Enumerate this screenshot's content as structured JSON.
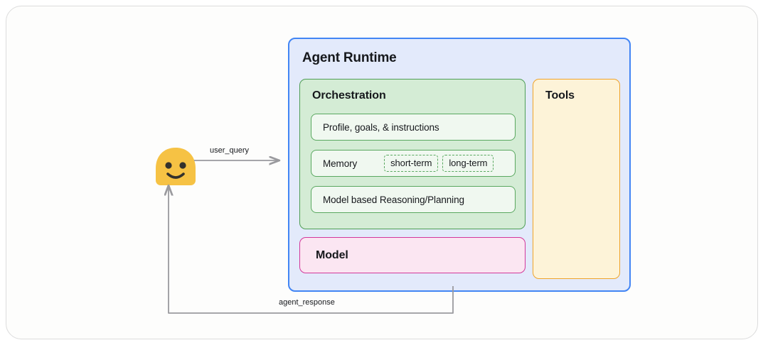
{
  "diagram": {
    "title_text": "Agent Runtime",
    "agent_runtime": {
      "title": "Agent Runtime",
      "border_color": "#4285f4",
      "fill_color": "#e3eafb"
    },
    "orchestration": {
      "title": "Orchestration",
      "border_color": "#4f9e55",
      "fill_color": "#d4ecd5",
      "rows": [
        {
          "label": "Profile, goals, & instructions",
          "chips": []
        },
        {
          "label": "Memory",
          "chips": [
            "short-term",
            "long-term"
          ]
        },
        {
          "label": "Model based Reasoning/Planning",
          "chips": []
        }
      ]
    },
    "model": {
      "label": "Model",
      "border_color": "#d3389a",
      "fill_color": "#fbe6f2"
    },
    "tools": {
      "label": "Tools",
      "border_color": "#f0a429",
      "fill_color": "#fdf3d8"
    },
    "actor": {
      "name": "user",
      "icon": "smiley-face-icon",
      "color": "#f7c13c"
    },
    "edges": [
      {
        "label": "user_query",
        "from": "user",
        "to": "agent-runtime",
        "direction": "right"
      },
      {
        "label": "agent_response",
        "from": "model",
        "to": "user",
        "direction": "left-up"
      }
    ],
    "edge_labels": {
      "user_query": "user_query",
      "agent_response": "agent_response"
    }
  }
}
